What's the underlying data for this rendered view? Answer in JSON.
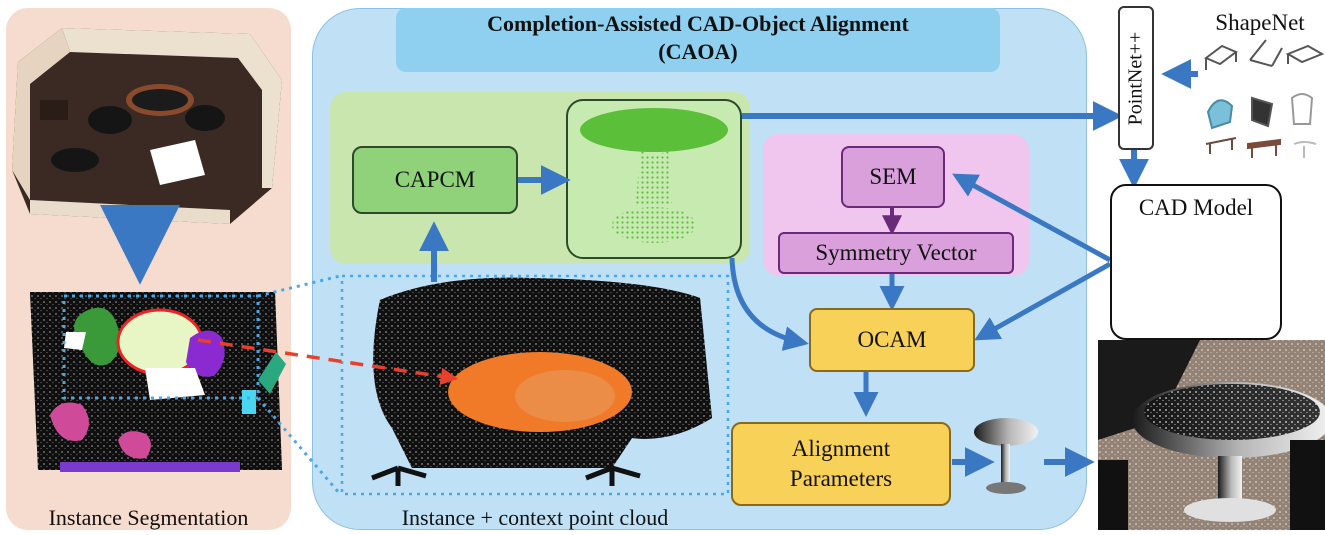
{
  "diagram": {
    "title_line1": "Completion-Assisted CAD-Object Alignment",
    "title_line2": "(CAOA)",
    "left_caption": "Instance Segmentation",
    "mid_caption": "Instance + context point cloud",
    "capcm": "CAPCM",
    "sem": "SEM",
    "symmetry_vector": "Symmetry Vector",
    "ocam": "OCAM",
    "alignment_line1": "Alignment",
    "alignment_line2": "Parameters",
    "pointnet": "PointNet++",
    "shapenet": "ShapeNet",
    "cad_model": "CAD Model"
  },
  "colors": {
    "arrow": "#3a78c4",
    "green_box": "#8fd27a",
    "pink_box": "#d9a0dc",
    "yellow_box": "#f7d158",
    "red_dash": "#e8402a",
    "dotted_blue": "#4aa8e8"
  }
}
